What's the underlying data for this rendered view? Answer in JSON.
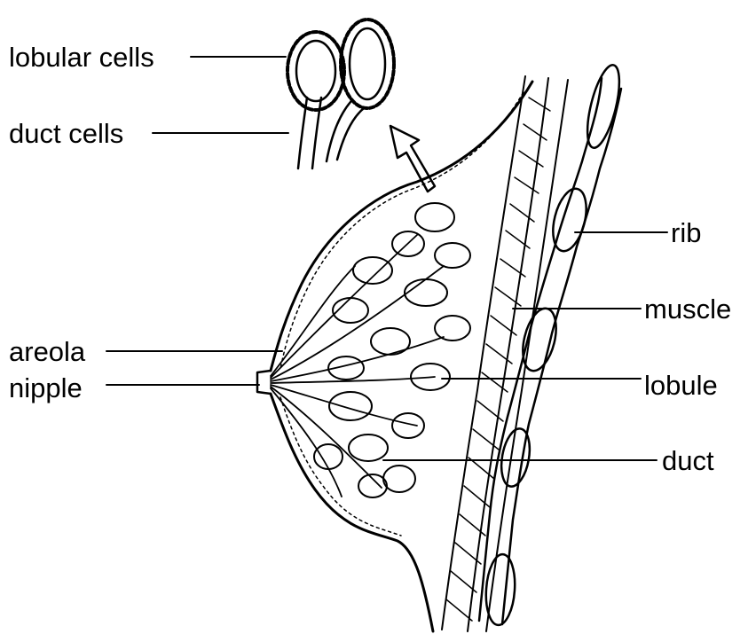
{
  "labels": {
    "lobular_cells": "lobular cells",
    "duct_cells": "duct cells",
    "areola": "areola",
    "nipple": "nipple",
    "rib": "rib",
    "muscle": "muscle",
    "lobule": "lobule",
    "duct": "duct"
  },
  "colors": {
    "ink": "#000000",
    "background": "#ffffff"
  }
}
